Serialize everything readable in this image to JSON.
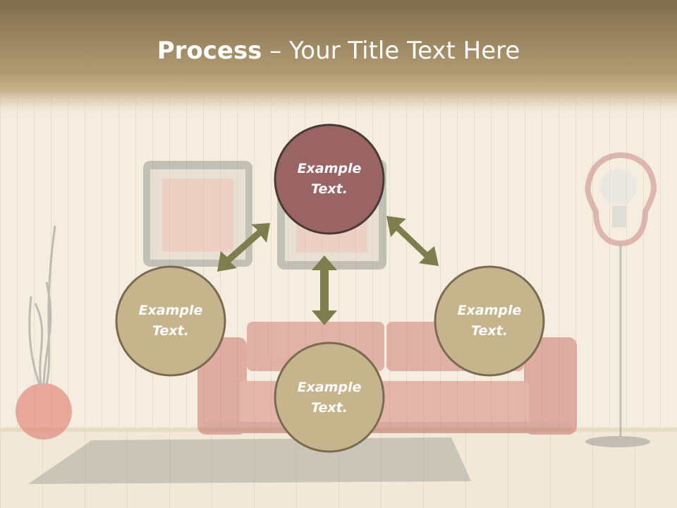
{
  "slide": {
    "title_bold": "Process",
    "title_rest": " – Your Title Text Here"
  },
  "nodes": [
    {
      "line1": "Example",
      "line2": "Text."
    },
    {
      "line1": "Example",
      "line2": "Text."
    },
    {
      "line1": "Example",
      "line2": "Text."
    },
    {
      "line1": "Example",
      "line2": "Text."
    }
  ],
  "colors": {
    "top_circle": "#9b6464",
    "other_circles": "#c6b48d",
    "circle_border": "#4a3a34",
    "arrows": "#7d7d4e",
    "header_band": "#a89068"
  }
}
